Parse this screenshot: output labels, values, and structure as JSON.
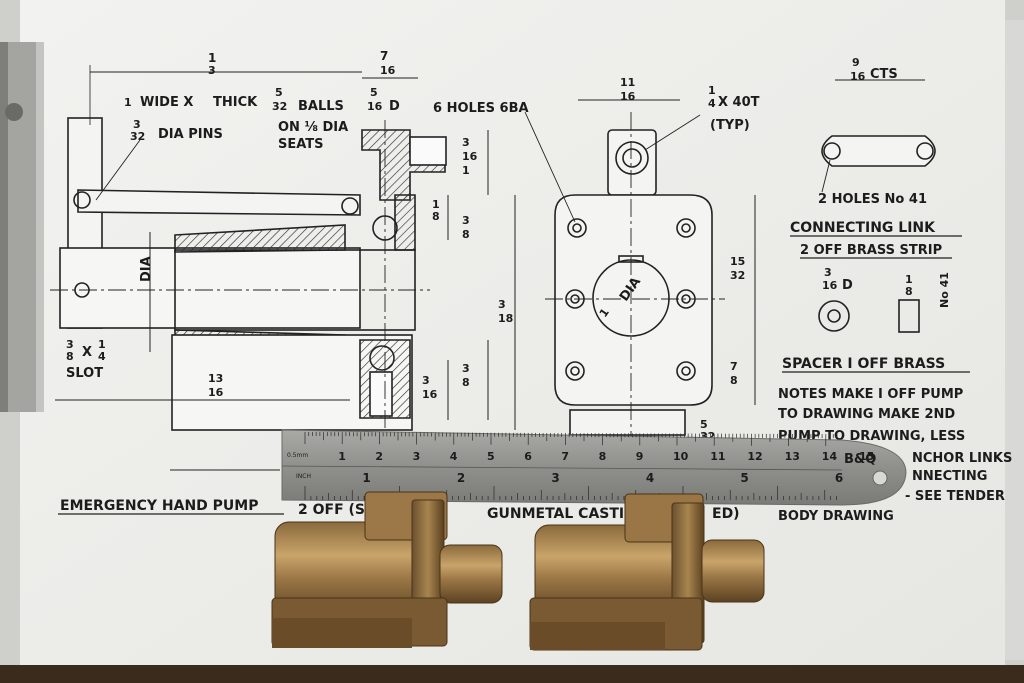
{
  "drawing": {
    "title": "EMERGENCY HAND PUMP",
    "title_cont": "2 OFF (SE",
    "casting_note": "GUNMETAL CASTING(ST",
    "casting_tail": "ED)",
    "pump_labels": {
      "wide_thick": "WIDE X",
      "thick": "THICK",
      "dia_pins": "DIA PINS",
      "balls": "BALLS",
      "on_dia": "ON ⅛ DIA",
      "seats": "SEATS",
      "d": "D",
      "dia": "DIA",
      "slot": "SLOT",
      "x": "X"
    },
    "flange_labels": {
      "holes": "6 HOLES 6BA",
      "tpi": "X 40T",
      "typ": "(TYP)",
      "dia": "DIA"
    },
    "link_labels": {
      "cts": "CTS",
      "holes": "2 HOLES No 41",
      "heading": "CONNECTING LINK",
      "spec": "2 OFF   BRASS STRIP"
    },
    "spacer_labels": {
      "d": "D",
      "no41": "No 41",
      "heading": "SPACER  I OFF  BRASS"
    },
    "notes": [
      "NOTES  MAKE I OFF PUMP",
      "TO DRAWING  MAKE 2ND",
      "PUMP TO DRAWING, LESS",
      "NCHOR LINKS",
      "NNECTING",
      "- SEE TENDER",
      "BODY DRAWING"
    ]
  },
  "ruler": {
    "brand": "B&Q",
    "cm_label": "0.5mm",
    "inch_label": "INCH",
    "cm_numbers": [
      "1",
      "2",
      "3",
      "4",
      "5",
      "6",
      "7",
      "8",
      "9",
      "10",
      "11",
      "12",
      "13",
      "14",
      "15"
    ],
    "inch_numbers": [
      "1",
      "2",
      "3",
      "4",
      "5",
      "6"
    ]
  }
}
